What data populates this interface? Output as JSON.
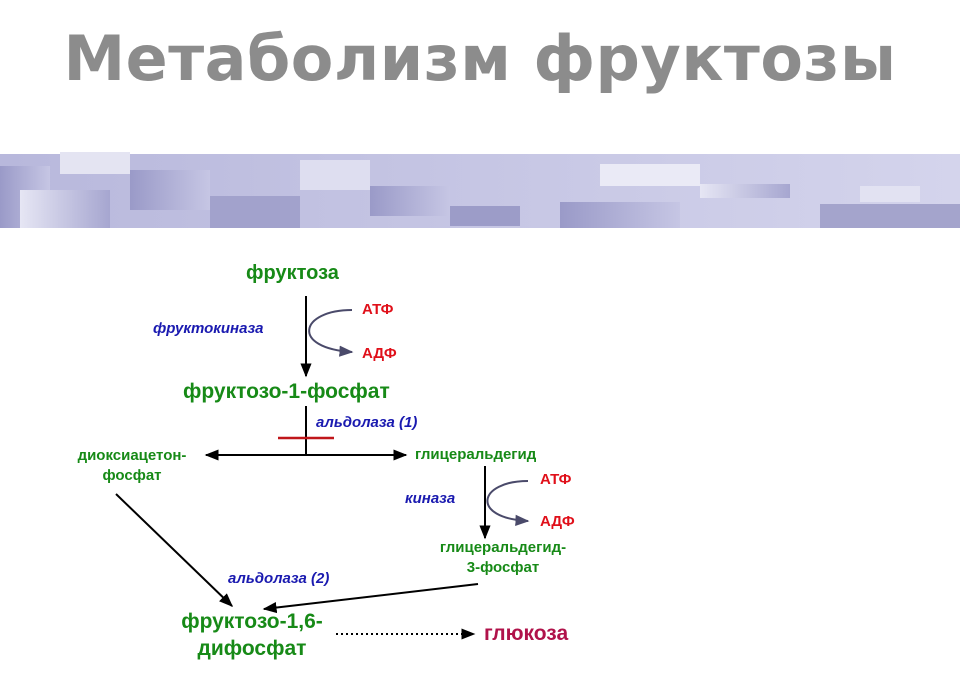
{
  "title": "Метаболизм фруктозы",
  "colors": {
    "substrate": "#178a17",
    "cofactor": "#e0101a",
    "enzyme": "#1a1ab0",
    "product": "#b0124a",
    "title": "#8c8c8c",
    "banner": "#c8c8e6",
    "block_mark": "#c0161a"
  },
  "nodes": {
    "fructose": "фруктоза",
    "f1p": "фруктозо-1-фосфат",
    "dhap_line1": "диоксиацетон-",
    "dhap_line2": "фосфат",
    "glyceraldehyde": "глицеральдегид",
    "g3p_line1": "глицеральдегид-",
    "g3p_line2": "3-фосфат",
    "fbp_line1": "фруктозо-1,6-",
    "fbp_line2": "дифосфат",
    "glucose": "глюкоза"
  },
  "enzymes": {
    "fructokinase": "фруктокиназа",
    "aldolase1": "альдолаза (1)",
    "kinase": "киназа",
    "aldolase2": "альдолаза (2)"
  },
  "cofactors": {
    "atp1": "АТФ",
    "adp1": "АДФ",
    "atp2": "АТФ",
    "adp2": "АДФ"
  }
}
